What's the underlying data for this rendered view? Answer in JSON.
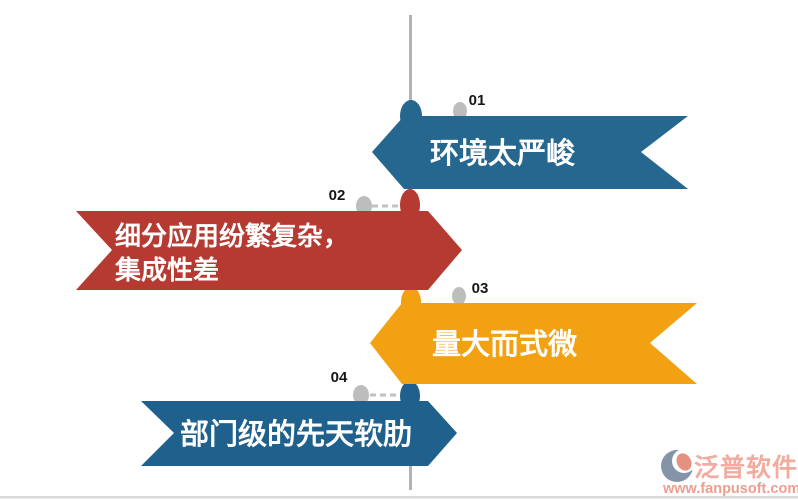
{
  "diagram": {
    "items": [
      {
        "number": "01",
        "label": "环境太严峻",
        "color": "#26678f",
        "side": "right"
      },
      {
        "number": "02",
        "label_line1": "细分应用纷繁复杂，",
        "label_line2": "集成性差",
        "color": "#b53a31",
        "side": "left"
      },
      {
        "number": "03",
        "label": "量大而式微",
        "color": "#f2a113",
        "side": "right"
      },
      {
        "number": "04",
        "label": "部门级的先天软肋",
        "color": "#1f618c",
        "side": "left"
      }
    ],
    "timeline_color": "#b3b3b3",
    "marker_color": "#bdbdbd"
  },
  "branding": {
    "logo_text": "泛普软件",
    "website": "www.fanpusoft.com",
    "text_color": "#f2ab9e",
    "website_color": "#ee9d8f",
    "icon_swoosh_color": "#8494a8",
    "icon_accent_color": "#e4917f"
  }
}
